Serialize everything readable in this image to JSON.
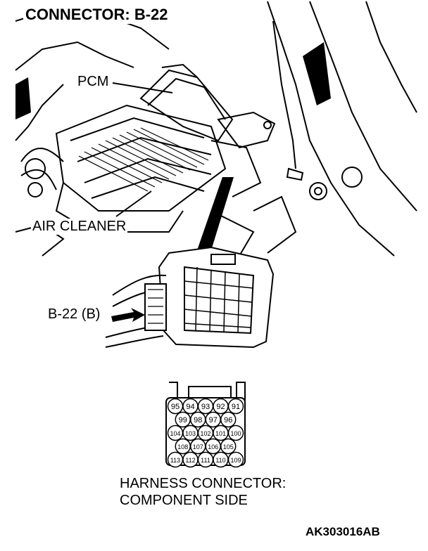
{
  "title": "CONNECTOR: B-22",
  "labels": {
    "pcm": "PCM",
    "air_cleaner": "AIR CLEANER",
    "connector_id": "B-22 (B)",
    "harness_line1": "HARNESS CONNECTOR:",
    "harness_line2": "COMPONENT SIDE",
    "figure_code": "AK303016AB"
  },
  "pins": {
    "row1": [
      "95",
      "94",
      "93",
      "92",
      "91"
    ],
    "row2": [
      "99",
      "98",
      "97",
      "96"
    ],
    "row3": [
      "104",
      "103",
      "102",
      "101",
      "100"
    ],
    "row4": [
      "108",
      "107",
      "106",
      "105"
    ],
    "row5": [
      "113",
      "112",
      "111",
      "110",
      "109"
    ]
  }
}
